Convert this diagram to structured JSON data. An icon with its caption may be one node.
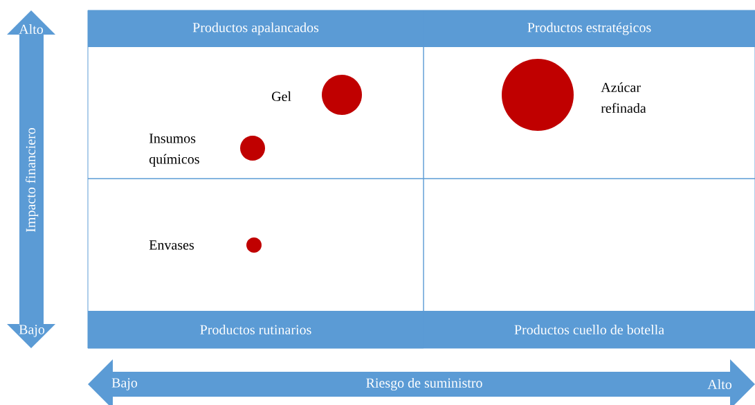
{
  "diagram": {
    "nodes": [
      {
        "text": [
          "Productos apalancados"
        ]
      },
      {
        "text": [
          "Productos estratégicos"
        ]
      },
      {
        "text": [
          "Productos rutinarios"
        ]
      },
      {
        "text": [
          "Productos cuello de botella"
        ]
      },
      {
        "text": [],
        "shape": "circle",
        "in": 0,
        "beside": [
          "Gel"
        ]
      },
      {
        "text": [],
        "shape": "circle",
        "in": 0,
        "beside": [
          "Insumos químicos"
        ]
      },
      {
        "text": [],
        "shape": "circle",
        "in": 2,
        "beside": [
          "Envases"
        ]
      },
      {
        "text": [],
        "shape": "circle",
        "in": 1,
        "beside": [
          "Azúcar refinada"
        ]
      }
    ],
    "edges": [],
    "labels": [
      "Alto",
      "Impacto financiero",
      "Bajo",
      "Bajo",
      "Riesgo de suministro",
      "Alto"
    ]
  }
}
